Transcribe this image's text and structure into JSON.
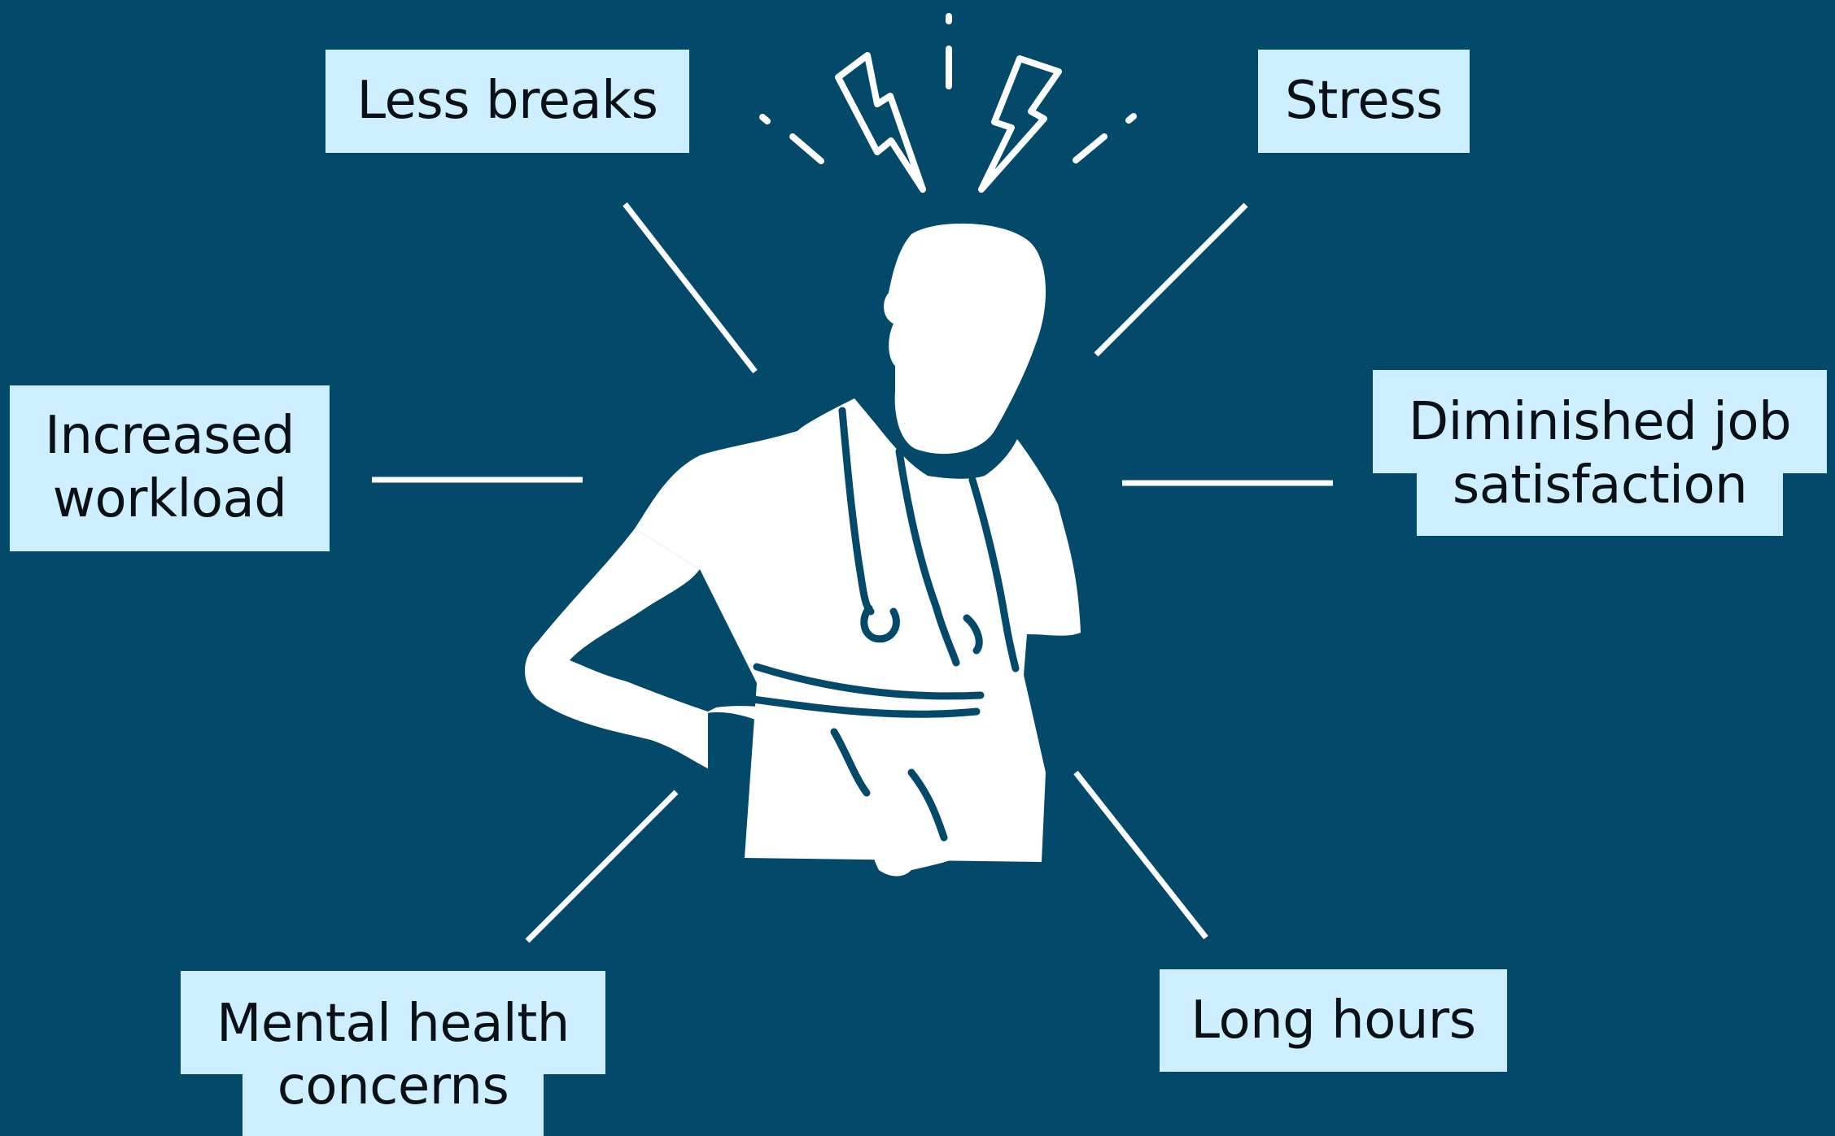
{
  "labels": {
    "less_breaks": "Less breaks",
    "stress": "Stress",
    "increased_workload_line1": "Increased",
    "increased_workload_line2": "workload",
    "diminished_line1": "Diminished job",
    "diminished_line2": "satisfaction",
    "mental_line1": "Mental health",
    "mental_line2": "concerns",
    "long_hours": "Long hours"
  },
  "colors": {
    "background": "#034a6a",
    "label_fill": "#cdefff",
    "label_text": "#0b1016",
    "connector": "#ffffff",
    "figure": "#ffffff"
  },
  "icons": {
    "center": "stressed-healthcare-worker-icon",
    "stress_marks": "lightning-bolt-icon"
  }
}
